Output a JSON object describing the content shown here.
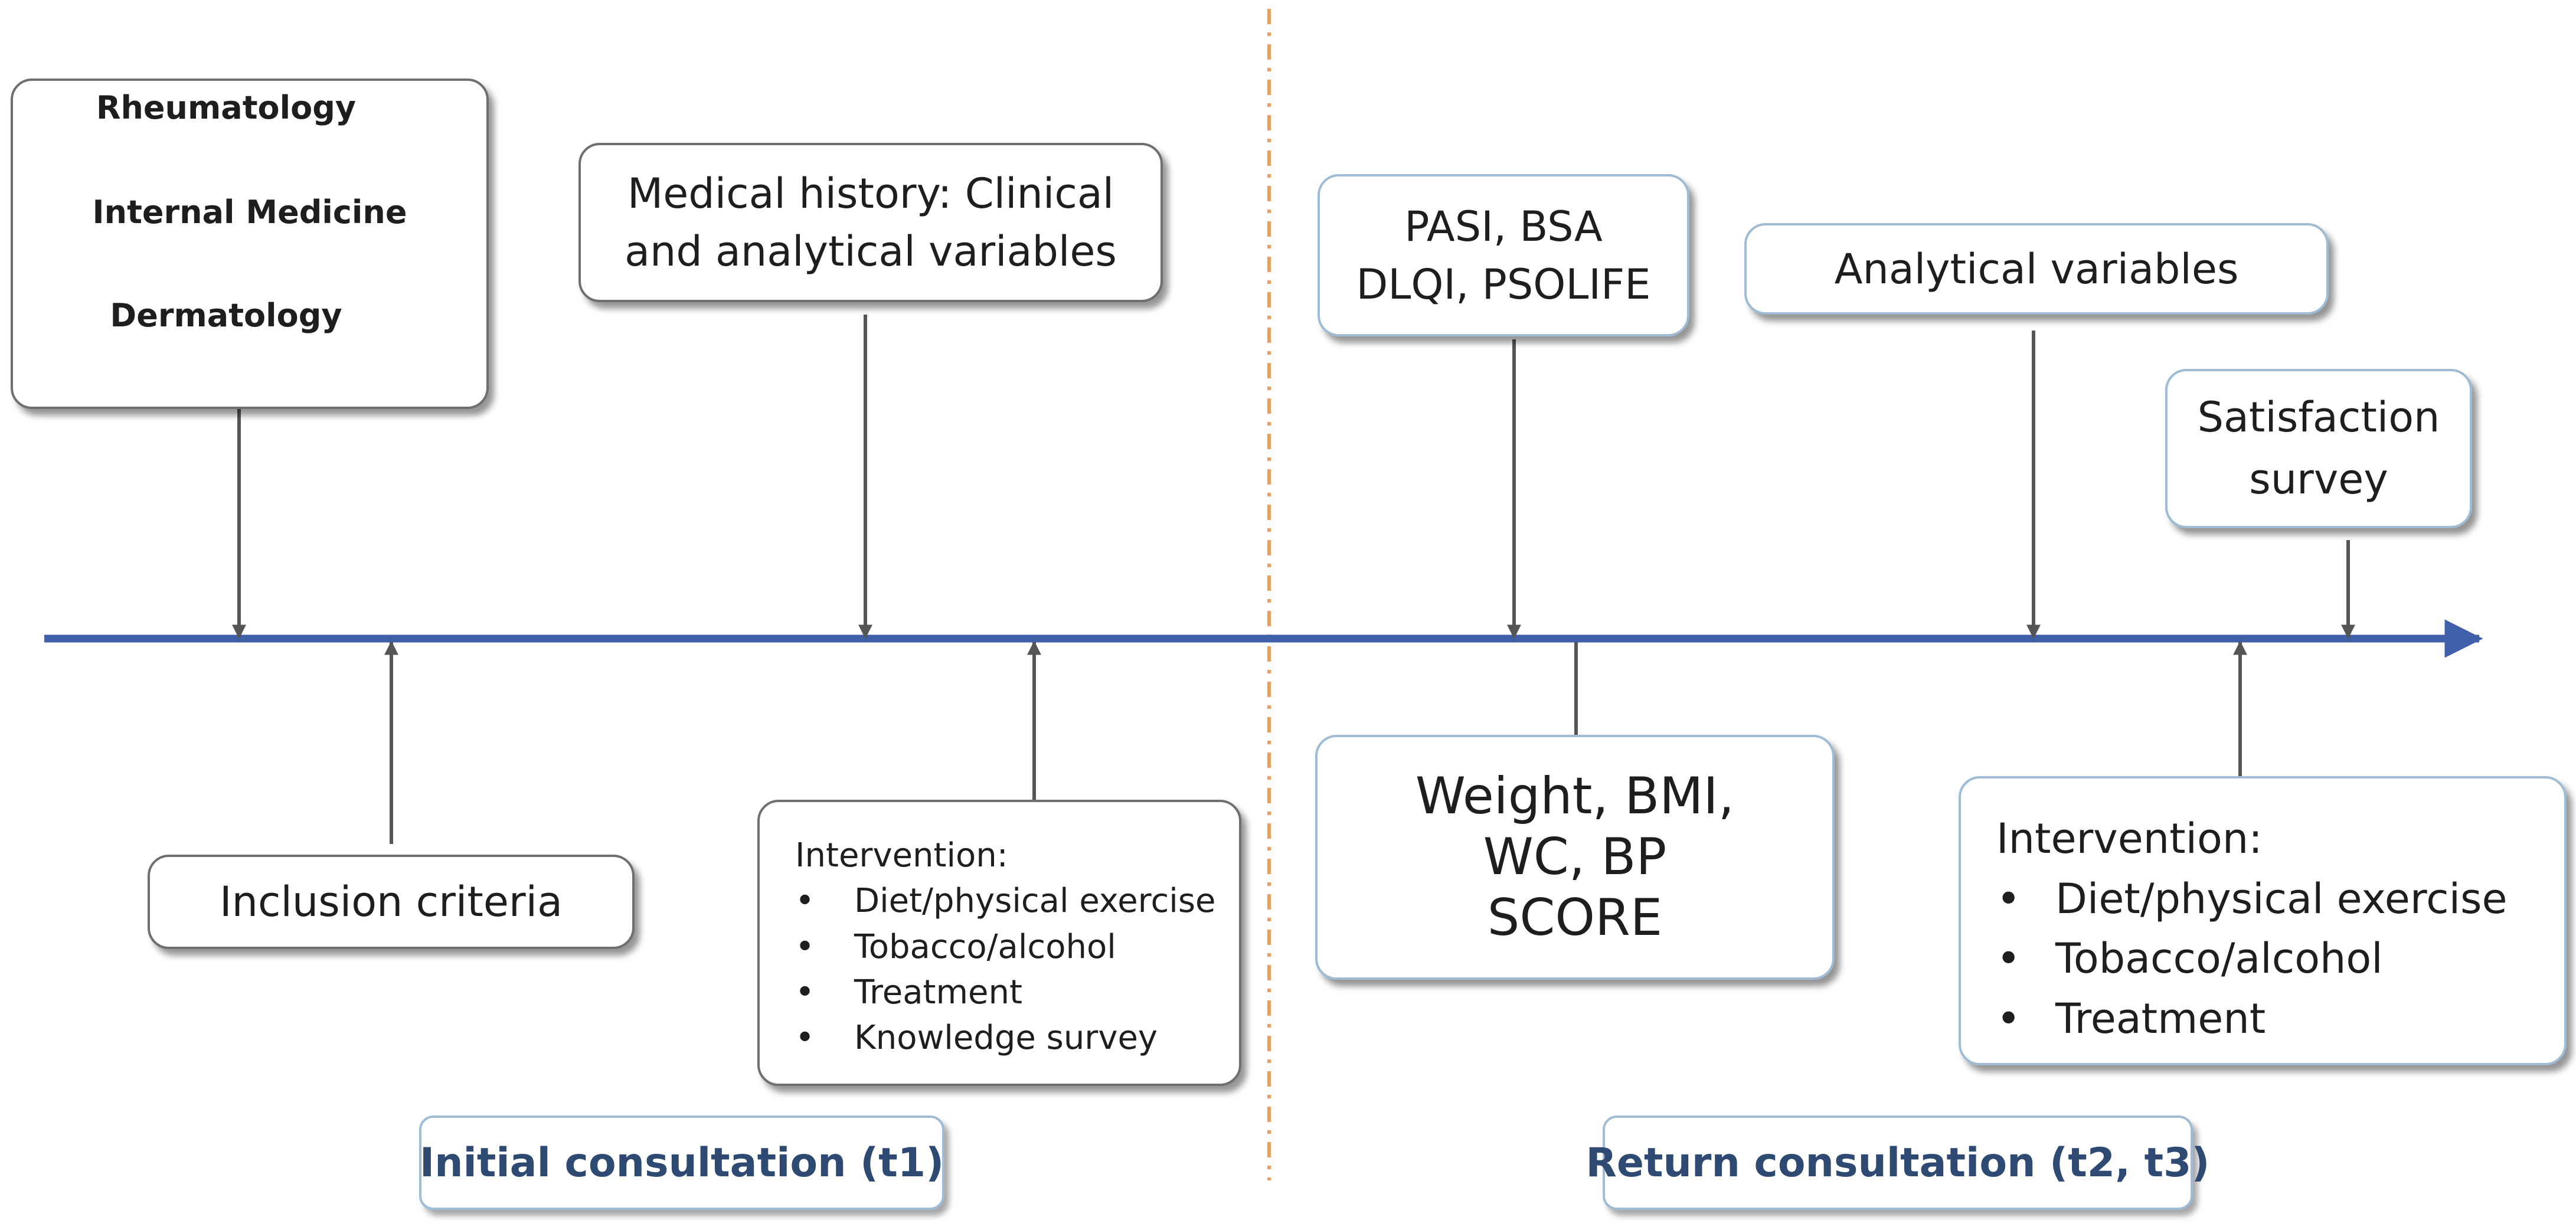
{
  "specialties": [
    "Rheumatology",
    "Internal Medicine",
    "Dermatology"
  ],
  "medical_history": [
    "Medical history: Clinical",
    "and analytical variables"
  ],
  "inclusion_criteria": "Inclusion criteria",
  "intervention_t1": {
    "title": "Intervention:",
    "items": [
      "Diet/physical exercise",
      "Tobacco/alcohol",
      "Treatment",
      "Knowledge survey"
    ]
  },
  "scores": [
    "PASI, BSA",
    "DLQI, PSOLIFE"
  ],
  "analytical_variables": "Analytical variables",
  "satisfaction_survey": [
    "Satisfaction",
    "survey"
  ],
  "anthropometrics": [
    "Weight, BMI,",
    "WC, BP",
    "SCORE"
  ],
  "intervention_t2": {
    "title": "Intervention:",
    "items": [
      "Diet/physical exercise",
      "Tobacco/alcohol",
      "Treatment"
    ]
  },
  "phases": {
    "initial": "Initial consultation (t1)",
    "return": "Return consultation (t2, t3)"
  },
  "colors": {
    "timeline": "#3f5fa8",
    "divider": "#e8a060",
    "connector": "#555555",
    "phase_text": "#2e4a73"
  }
}
